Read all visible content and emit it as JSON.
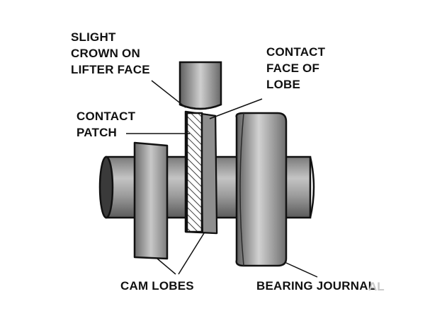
{
  "labels": {
    "lifter_face": [
      "SLIGHT",
      "CROWN ON",
      "LIFTER FACE"
    ],
    "contact_face": [
      "CONTACT",
      "FACE OF",
      "LOBE"
    ],
    "contact_patch": [
      "CONTACT",
      "PATCH"
    ],
    "cam_lobes": "CAM LOBES",
    "bearing_journal": "BEARING JOURNAL",
    "watermark": "AL"
  }
}
